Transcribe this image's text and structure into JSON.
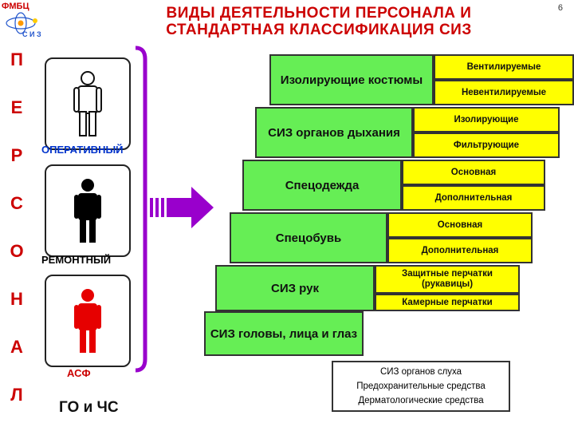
{
  "logo": {
    "text": "ФМБЦ",
    "sub": "С И З"
  },
  "title": {
    "line1": "ВИДЫ ДЕЯТЕЛЬНОСТИ ПЕРСОНАЛА И",
    "line2": "СТАНДАРТНАЯ КЛАССИФИКАЦИЯ СИЗ"
  },
  "page_number": "6",
  "vertical_word": [
    "П",
    "Е",
    "Р",
    "С",
    "О",
    "Н",
    "А",
    "Л"
  ],
  "roles": [
    {
      "label": "ОПЕРАТИВНЫЙ",
      "color": "#0033cc",
      "figure_color": "#ffffff"
    },
    {
      "label": "РЕМОНТНЫЙ",
      "color": "#000000",
      "figure_color": "#000000"
    },
    {
      "label": "АСФ",
      "color": "#cc0000",
      "figure_color": "#e60000"
    }
  ],
  "footer_label": "ГО и ЧС",
  "bracket_color": "#9900cc",
  "arrow_color": "#9900cc",
  "categories": [
    {
      "name": "Изолирующие костюмы",
      "subs": [
        "Вентилируемые",
        "Невентилируемые"
      ]
    },
    {
      "name": "СИЗ органов дыхания",
      "subs": [
        "Изолирующие",
        "Фильтрующие"
      ]
    },
    {
      "name": "Спецодежда",
      "subs": [
        "Основная",
        "Дополнительная"
      ]
    },
    {
      "name": "Спецобувь",
      "subs": [
        "Основная",
        "Дополнительная"
      ]
    },
    {
      "name": "СИЗ рук",
      "subs": [
        "Защитные перчатки (рукавицы)",
        "Камерные перчатки"
      ]
    },
    {
      "name": "СИЗ головы, лица и глаз",
      "subs": []
    }
  ],
  "other_items": [
    "СИЗ органов слуха",
    "Предохранительные средства",
    "Дерматологические средства"
  ],
  "colors": {
    "green": "#66ee55",
    "yellow": "#ffff00",
    "accent_red": "#cc0000"
  }
}
